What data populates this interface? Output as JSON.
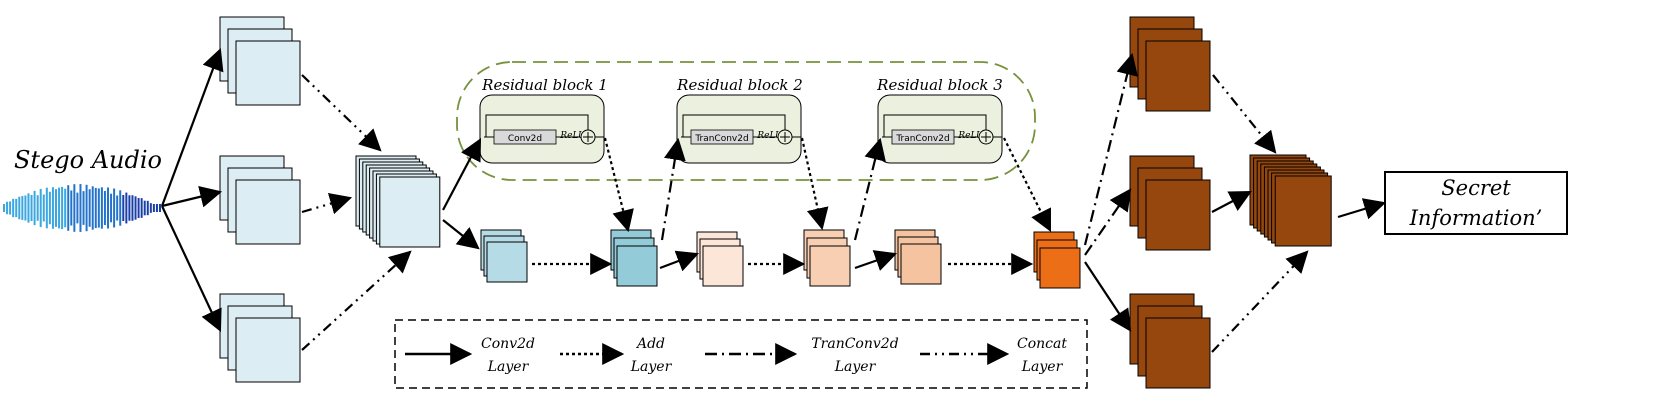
{
  "input_label": "Stego Audio",
  "output_label_line1": "Secret",
  "output_label_line2": "Information’",
  "residual_blocks": [
    {
      "title": "Residual block 1",
      "layer": "Conv2d",
      "act": "ReLU"
    },
    {
      "title": "Residual block 2",
      "layer": "TranConv2d",
      "act": "ReLU"
    },
    {
      "title": "Residual block 3",
      "layer": "TranConv2d",
      "act": "ReLU"
    }
  ],
  "legend": [
    {
      "line1": "Conv2d",
      "line2": "Layer"
    },
    {
      "line1": "Add",
      "line2": "Layer"
    },
    {
      "line1": "TranConv2d",
      "line2": "Layer"
    },
    {
      "line1": "Concat",
      "line2": "Layer"
    }
  ],
  "colors": {
    "light_blue": "#dcedf4",
    "mid_blue": "#b5dbe6",
    "teal_blue": "#93cbd8",
    "peach_light": "#fbe6d8",
    "peach": "#f8cfb2",
    "peach_dark": "#f5c39f",
    "orange": "#ec6e17",
    "brown": "#96470e",
    "block_green": "#ebf1de",
    "dash_green": "#76923c",
    "waveform": "#1f5fb8"
  }
}
